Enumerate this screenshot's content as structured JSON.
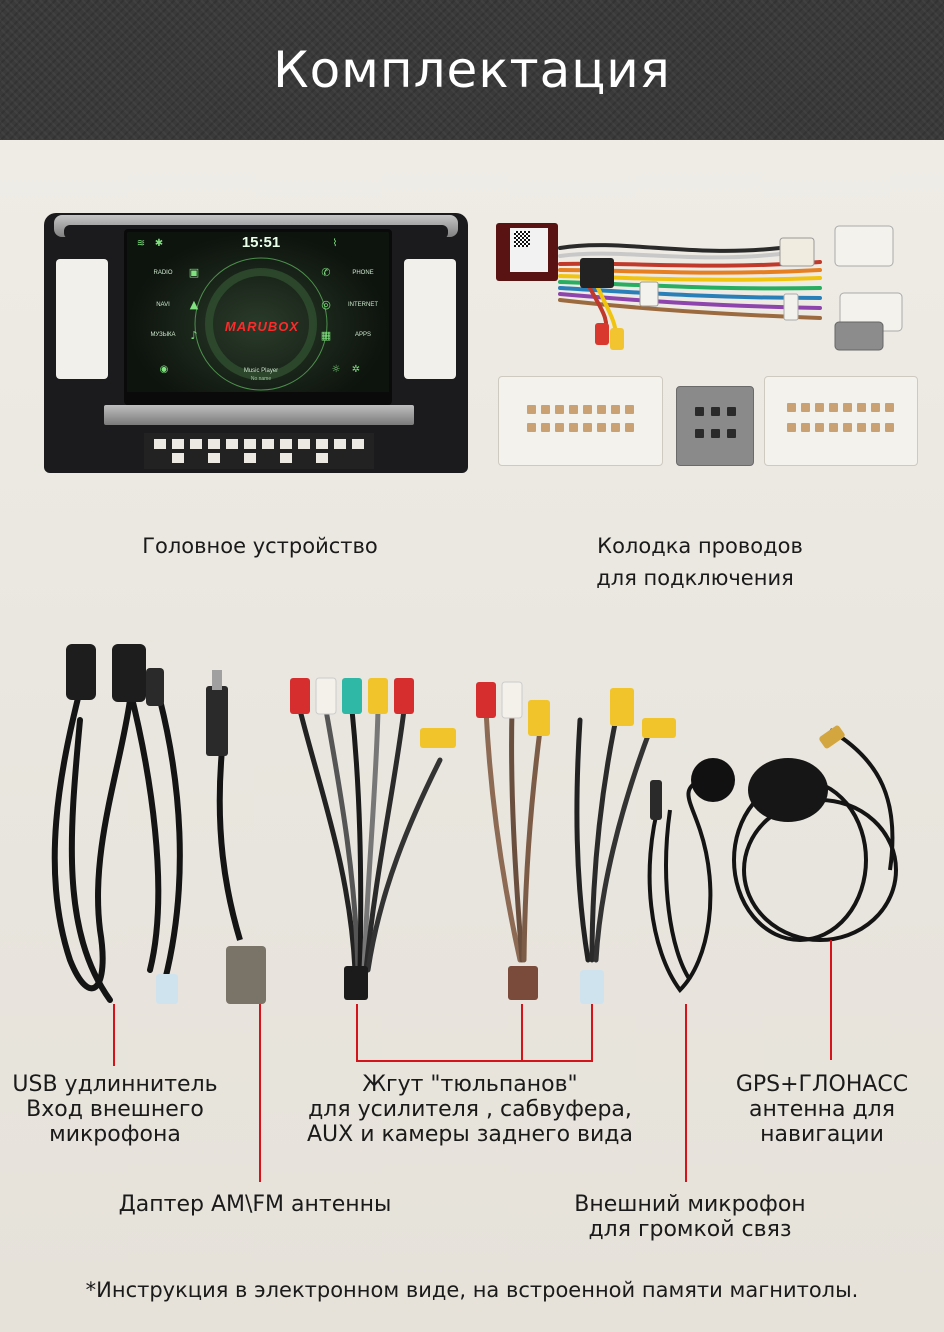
{
  "page": {
    "title": "Комплектация",
    "footnote": "*Инструкция в электронном виде, на встроенной памяти магнитолы."
  },
  "screen": {
    "time": "15:51",
    "brand": "MARUBOX",
    "left_items": [
      "RADIO",
      "NAVI",
      "МУЗЫКА"
    ],
    "right_items": [
      "PHONE",
      "INTERNET",
      "APPS"
    ],
    "player_title": "Music Player",
    "player_sub": "No name"
  },
  "labels": {
    "head_unit": "Головное устройство",
    "harness_line1": "Колодка проводов",
    "harness_line2": "для подключения",
    "usb_line1": "USB удлиннитель",
    "usb_line2": "Вход внешнего",
    "usb_line3": "микрофона",
    "rca_line1": "Жгут \"тюльпанов\"",
    "rca_line2": "для усилителя , сабвуфера,",
    "rca_line3": "AUX и камеры заднего вида",
    "gps_line1": "GPS+ГЛОНАСС",
    "gps_line2": "антенна для",
    "gps_line3": "навигации",
    "am_fm": "Даптер AM\\FM антенны",
    "mic_line1": "Внешний микрофон",
    "mic_line2": "для громкой связ"
  },
  "colors": {
    "header_bg": "#3a3a3a",
    "accent_line": "#d6121a",
    "screen_green": "#7fe27f",
    "brand_red": "#ff2a2a"
  }
}
